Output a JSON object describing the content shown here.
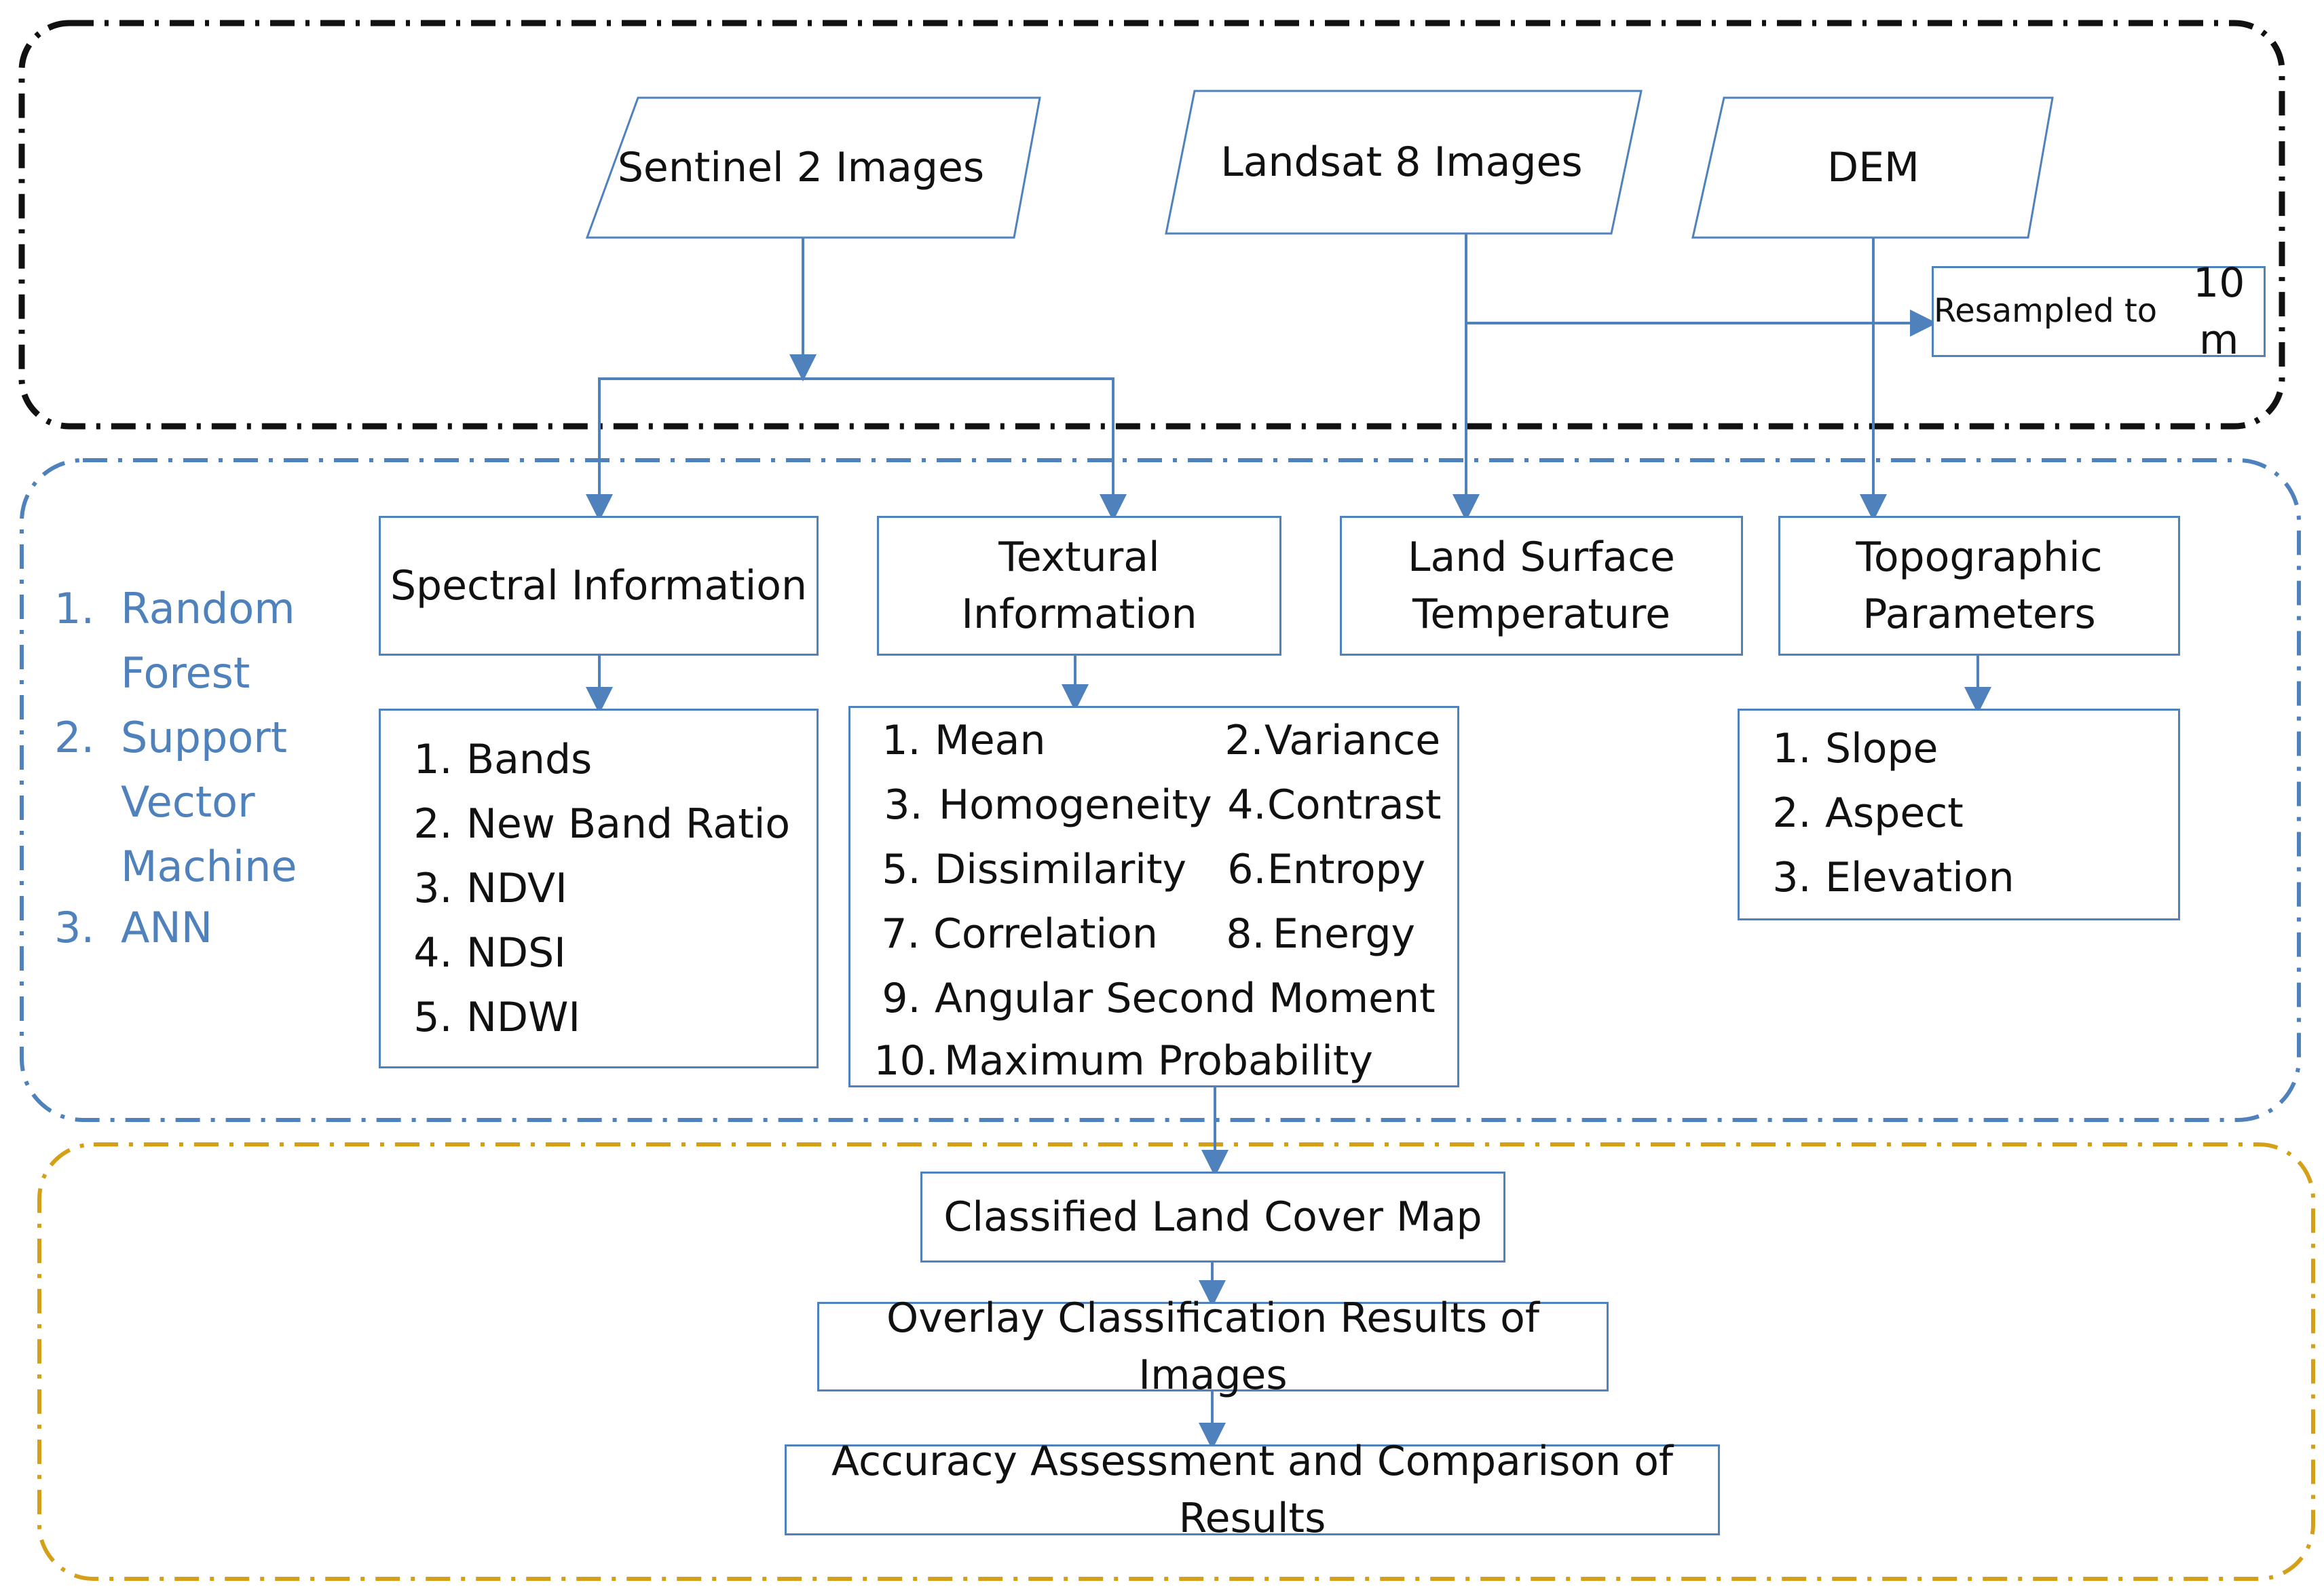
{
  "inputs": {
    "sentinel": "Sentinel 2 Images",
    "landsat": "Landsat 8 Images",
    "dem": "DEM"
  },
  "resample": {
    "text": "Resampled to ",
    "value": "10 m"
  },
  "features": {
    "spectral": "Spectral Information",
    "textural": "Textural Information",
    "lst_line1": "Land Surface",
    "lst_line2": "Temperature",
    "topo_line1": "Topographic",
    "topo_line2": "Parameters"
  },
  "spectral_items": [
    {
      "n": "1.",
      "t": "Bands"
    },
    {
      "n": "2.",
      "t": "New Band Ratio"
    },
    {
      "n": "3.",
      "t": "NDVI"
    },
    {
      "n": "4.",
      "t": "NDSI"
    },
    {
      "n": "5.",
      "t": "NDWI"
    }
  ],
  "textural_items": [
    {
      "n": "1.",
      "t": "Mean"
    },
    {
      "n": "2.",
      "t": "Variance"
    },
    {
      "n": "3.",
      "t": "Homogeneity"
    },
    {
      "n": "4.",
      "t": "Contrast"
    },
    {
      "n": "5.",
      "t": "Dissimilarity"
    },
    {
      "n": "6.",
      "t": "Entropy"
    },
    {
      "n": "7.",
      "t": "Correlation"
    },
    {
      "n": "8.",
      "t": "Energy"
    },
    {
      "n": "9.",
      "t": "Angular Second Moment"
    },
    {
      "n": "10.",
      "t": "Maximum Probability"
    }
  ],
  "topo_items": [
    {
      "n": "1.",
      "t": "Slope"
    },
    {
      "n": "2.",
      "t": "Aspect"
    },
    {
      "n": "3.",
      "t": "Elevation"
    }
  ],
  "algorithms": [
    {
      "n": "1.",
      "t1": "Random",
      "t2": "Forest"
    },
    {
      "n": "2.",
      "t1": "Support",
      "t2": "Vector",
      "t3": "Machine"
    },
    {
      "n": "3.",
      "t1": "ANN"
    }
  ],
  "outputs": {
    "classified": "Classified Land Cover Map",
    "overlay": "Overlay Classification Results of Images",
    "accuracy": "Accuracy Assessment and Comparison of Results"
  },
  "colors": {
    "box_border": "#4f81bd",
    "arrow": "#4f81bd",
    "group1": "#111111",
    "group2": "#4f81bd",
    "group3": "#d4a017",
    "algo_text": "#4f81bd"
  }
}
